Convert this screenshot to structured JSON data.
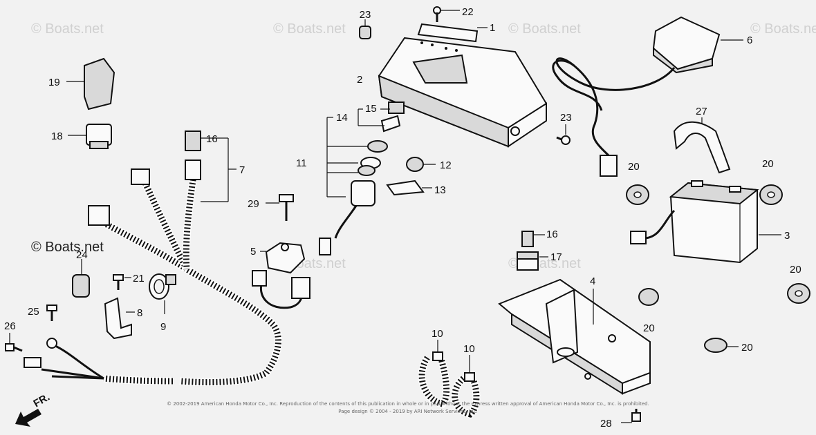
{
  "watermarks": [
    "© Boats.net",
    "© Boats.net",
    "© Boats.net",
    "© Boats.net",
    "© Boats.net",
    "© Boats.net"
  ],
  "prominent_watermark": "© Boats.net",
  "callouts": {
    "c1": "1",
    "c2": "2",
    "c3": "3",
    "c4": "4",
    "c5": "5",
    "c6": "6",
    "c7": "7",
    "c8": "8",
    "c9": "9",
    "c10a": "10",
    "c10b": "10",
    "c11": "11",
    "c12": "12",
    "c13": "13",
    "c14": "14",
    "c15": "15",
    "c16a": "16",
    "c16b": "16",
    "c17": "17",
    "c18": "18",
    "c19": "19",
    "c20a": "20",
    "c20b": "20",
    "c20c": "20",
    "c20d": "20",
    "c20e": "20",
    "c21": "21",
    "c22": "22",
    "c23a": "23",
    "c23b": "23",
    "c24": "24",
    "c25": "25",
    "c26": "26",
    "c27": "27",
    "c28": "28",
    "c29": "29"
  },
  "direction_label": "FR.",
  "footer": {
    "copyright": "© 2002-2019 American Honda Motor Co., Inc. Reproduction of the contents of this publication in whole or in part without the express written approval of American Honda Motor Co., Inc. is prohibited.",
    "design": "Page design © 2004 - 2019 by ARI Network Services, Inc."
  }
}
